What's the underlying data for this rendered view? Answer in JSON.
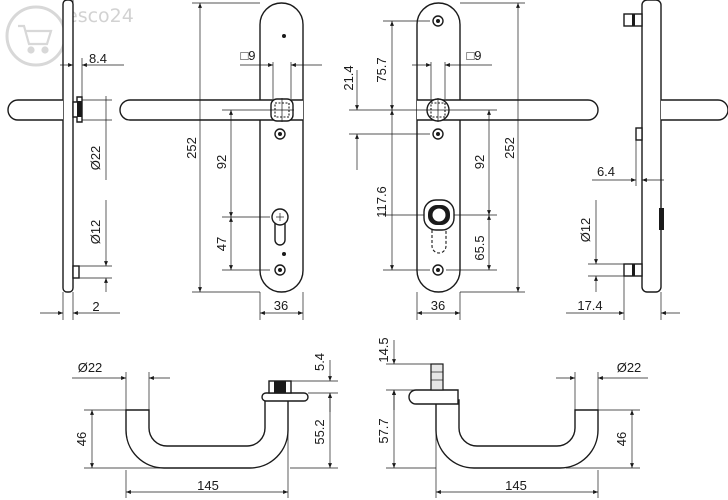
{
  "logo": {
    "text": "esco24"
  },
  "dims": {
    "front_left": {
      "d8_4": "8.4",
      "d22": "Ø22",
      "d12": "Ø12",
      "d2": "2"
    },
    "plate_left": {
      "sq9": "□9",
      "d252": "252",
      "d92": "92",
      "d47": "47",
      "d36": "36"
    },
    "plate_right": {
      "d21_4": "21.4",
      "d75_7": "75.7",
      "sq9": "□9",
      "d117_6": "117.6",
      "d92": "92",
      "d252": "252",
      "d65_5": "65.5",
      "d36": "36"
    },
    "side_right": {
      "d6_4": "6.4",
      "d12": "Ø12",
      "d17_4": "17.4"
    },
    "handle_left": {
      "d22": "Ø22",
      "d5_4": "5.4",
      "d46": "46",
      "d55_2": "55.2",
      "d145": "145"
    },
    "handle_right": {
      "d14_5": "14.5",
      "d22": "Ø22",
      "d57_7": "57.7",
      "d46": "46",
      "d145": "145"
    }
  }
}
